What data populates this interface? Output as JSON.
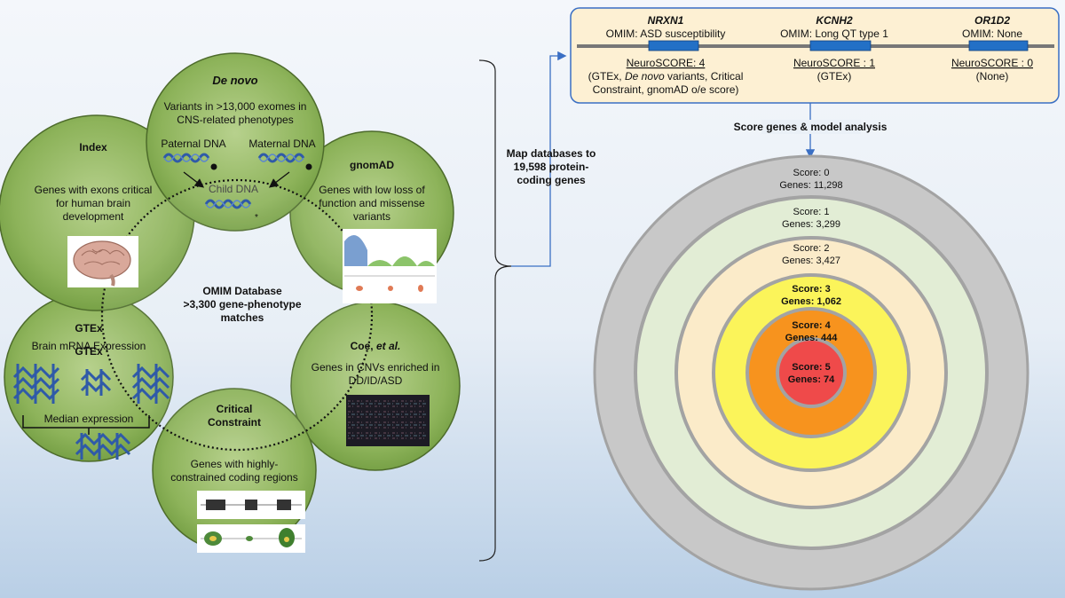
{
  "de_novo": {
    "title": "De novo",
    "desc_line1": "Variants in >13,000 exomes in",
    "desc_line2": "CNS-related phenotypes",
    "paternal": "Paternal DNA",
    "maternal": "Maternal DNA",
    "child": "Child DNA",
    "asterisk": "*"
  },
  "index": {
    "title": "Index",
    "line1": "Genes with exons critical",
    "line2": "for human brain",
    "line3": "development"
  },
  "gnomad": {
    "title": "gnomAD",
    "line1": "Genes with low loss of",
    "line2": "function and missense",
    "line3": "variants"
  },
  "gtex": {
    "title": "GTEx",
    "line1": "Brain mRNA Expression",
    "median": "Median expression"
  },
  "coe": {
    "title_main": "Coe, ",
    "title_italic": "et al.",
    "line1": "Genes in CNVs enriched in",
    "line2": "DD/ID/ASD"
  },
  "critical": {
    "title_line1": "Critical",
    "title_line2": "Constraint",
    "line1": "Genes with highly-",
    "line2": "constrained coding regions"
  },
  "omim_center": {
    "line1": "OMIM Database",
    "line2": ">3,300 gene-phenotype",
    "line3": "matches"
  },
  "map_label": {
    "line1": "Map databases to",
    "line2": "19,598 protein-",
    "line3": "coding genes"
  },
  "genes": [
    {
      "name": "NRXN1",
      "omim": "OMIM: ASD susceptibility",
      "score": "NeuroSCORE: 4",
      "detail_line1_a": "(GTEx, ",
      "detail_line1_b": "De novo",
      "detail_line1_c": " variants, Critical",
      "detail_line2": "Constraint, gnomAD o/e score)"
    },
    {
      "name": "KCNH2",
      "omim": "OMIM: Long QT type 1",
      "score": "NeuroSCORE : 1",
      "detail_line1": "(GTEx)"
    },
    {
      "name": "OR1D2",
      "omim": "OMIM: None",
      "score": "NeuroSCORE : 0",
      "detail_line1": "(None)"
    }
  ],
  "score_step": "Score genes & model analysis",
  "score_rings": [
    {
      "score": "Score: 0",
      "genes": "Genes: 11,298",
      "color": "#c8c8c8"
    },
    {
      "score": "Score: 1",
      "genes": "Genes: 3,299",
      "color": "#e2edd5"
    },
    {
      "score": "Score: 2",
      "genes": "Genes: 3,427",
      "color": "#fbebc9"
    },
    {
      "score": "Score: 3",
      "genes": "Genes: 1,062",
      "color": "#fbf45a"
    },
    {
      "score": "Score: 4",
      "genes": "Genes: 444",
      "color": "#f7931e"
    },
    {
      "score": "Score: 5",
      "genes": "Genes: 74",
      "color": "#ef4a4a"
    }
  ],
  "colors": {
    "circle_fill": "#8fb55a",
    "ring_border": "#a3a3a3",
    "gene_bar": "#2370c6",
    "panel_fill": "#fdf0d3",
    "dna": "#2f5aa8"
  }
}
